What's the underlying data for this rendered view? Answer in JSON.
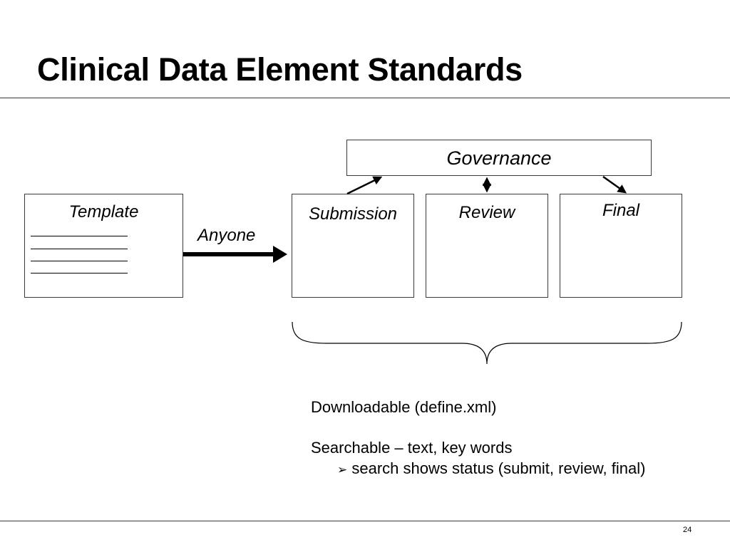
{
  "slide": {
    "title": "Clinical Data Element Standards",
    "page_number": "24"
  },
  "diagram": {
    "governance": "Governance",
    "template": "Template",
    "edge_label": "Anyone",
    "stages": [
      "Submission",
      "Review",
      "Final"
    ]
  },
  "notes": {
    "line1": "Downloadable (define.xml)",
    "line2": "Searchable – text, key words",
    "bullet_glyph": "➢",
    "bullet": "search shows status (submit, review, final)"
  }
}
